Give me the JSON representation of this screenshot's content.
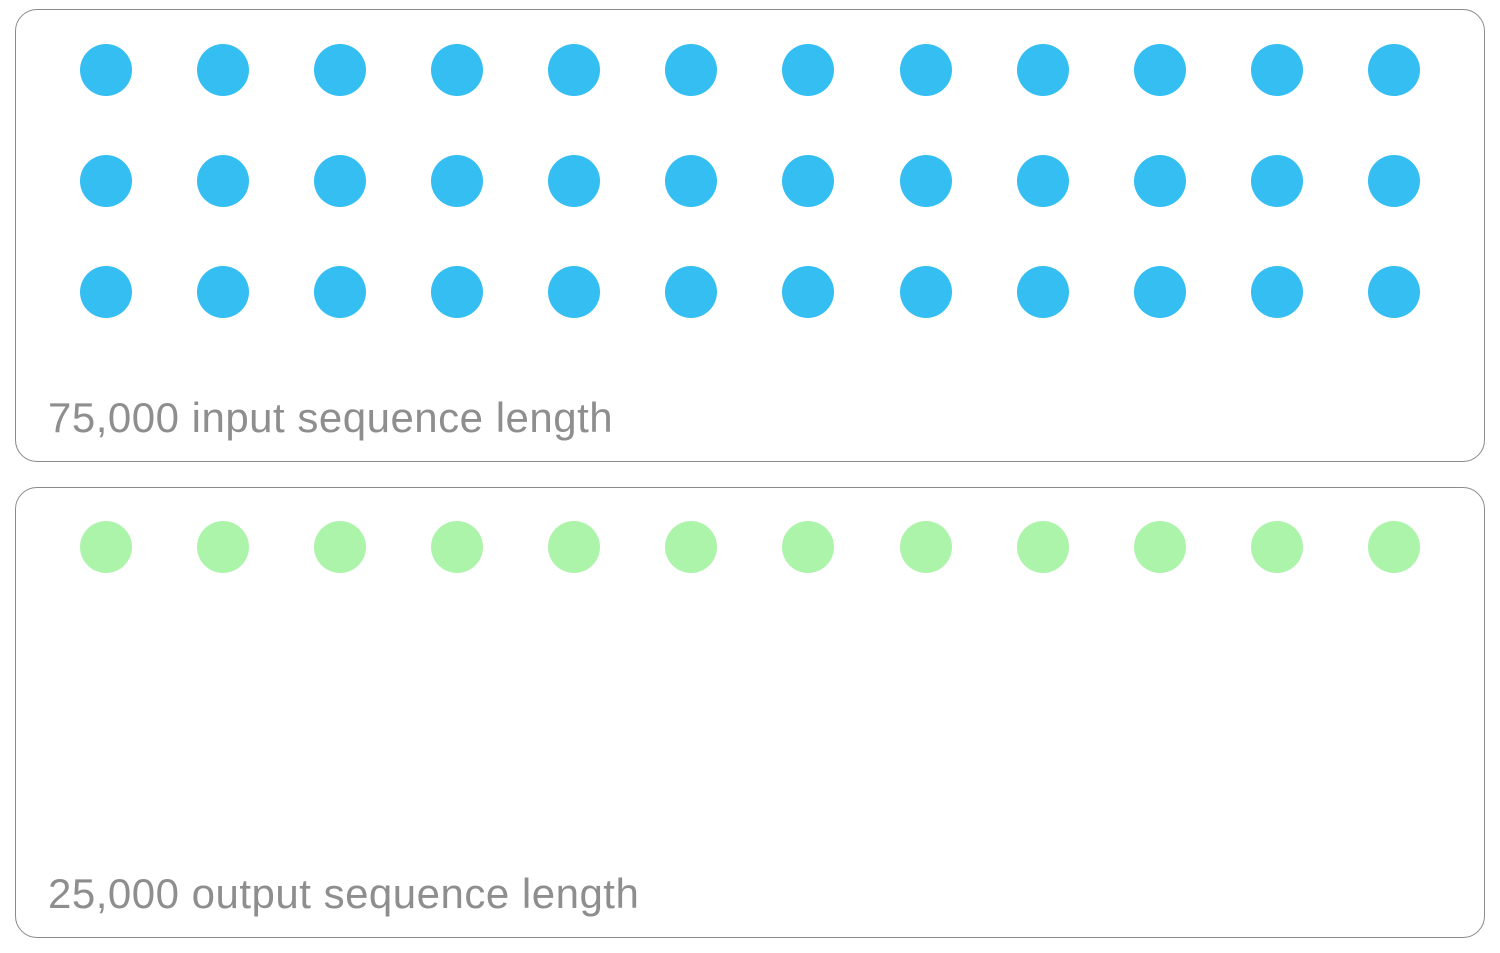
{
  "colors": {
    "background": "#FFFFFF",
    "panel_border": "#8A8A8A",
    "label_text": "#8E8E8E",
    "input_dot": "#34BEF2",
    "output_dot": "#ADF4AB"
  },
  "panels": [
    {
      "id": "input",
      "label": "75,000 input sequence length",
      "value": 75000,
      "dot_rows": 3,
      "dot_cols": 12,
      "dot_count": 36,
      "dot_color_key": "input_dot"
    },
    {
      "id": "output",
      "label": "25,000 output sequence length",
      "value": 25000,
      "dot_rows": 1,
      "dot_cols": 12,
      "dot_count": 12,
      "dot_color_key": "output_dot"
    }
  ],
  "chart_data": {
    "type": "pictogram",
    "categories": [
      "input sequence length",
      "output sequence length"
    ],
    "values": [
      75000,
      25000
    ],
    "series": [
      {
        "name": "input sequence length",
        "value": 75000,
        "label": "75,000 input sequence length",
        "dot_count": 36,
        "dot_rows": 3,
        "dot_cols": 12,
        "color": "#34BEF2"
      },
      {
        "name": "output sequence length",
        "value": 25000,
        "label": "25,000 output sequence length",
        "dot_count": 12,
        "dot_rows": 1,
        "dot_cols": 12,
        "color": "#ADF4AB"
      }
    ],
    "title": "",
    "xlabel": "",
    "ylabel": "",
    "legend": "none",
    "grid": false
  }
}
